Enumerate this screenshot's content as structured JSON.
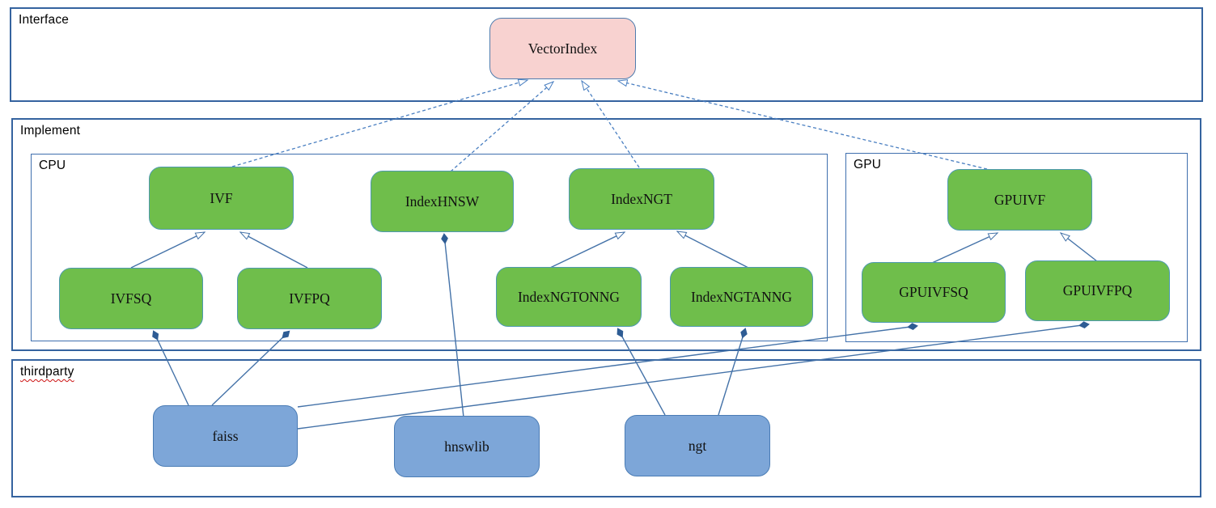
{
  "containers": {
    "interface": {
      "label": "Interface"
    },
    "implement": {
      "label": "Implement"
    },
    "cpu": {
      "label": "CPU"
    },
    "gpu": {
      "label": "GPU"
    },
    "thirdparty": {
      "label": "thirdparty"
    }
  },
  "nodes": {
    "vectorindex": {
      "label": "VectorIndex"
    },
    "ivf": {
      "label": "IVF"
    },
    "indexhnsw": {
      "label": "IndexHNSW"
    },
    "indexngt": {
      "label": "IndexNGT"
    },
    "gpuivf": {
      "label": "GPUIVF"
    },
    "ivfsq": {
      "label": "IVFSQ"
    },
    "ivfpq": {
      "label": "IVFPQ"
    },
    "indexngtonng": {
      "label": "IndexNGTONNG"
    },
    "indexngtanng": {
      "label": "IndexNGTANNG"
    },
    "gpuivfsq": {
      "label": "GPUIVFSQ"
    },
    "gpuivfpq": {
      "label": "GPUIVFPQ"
    },
    "faiss": {
      "label": "faiss"
    },
    "hnswlib": {
      "label": "hnswlib"
    },
    "ngt": {
      "label": "ngt"
    }
  },
  "colors": {
    "interface_node_fill": "#f8d2d0",
    "implement_node_fill": "#6fbe4b",
    "thirdparty_node_fill": "#7da6d8",
    "container_border": "#35639f",
    "connector": "#4472a8",
    "spellcheck_underline": "#cc1111"
  },
  "edges": [
    {
      "from": "IVF",
      "to": "VectorIndex",
      "relation": "realizes",
      "line": "dashed-open-arrow"
    },
    {
      "from": "IndexHNSW",
      "to": "VectorIndex",
      "relation": "realizes",
      "line": "dashed-open-arrow"
    },
    {
      "from": "IndexNGT",
      "to": "VectorIndex",
      "relation": "realizes",
      "line": "dashed-open-arrow"
    },
    {
      "from": "GPUIVF",
      "to": "VectorIndex",
      "relation": "realizes",
      "line": "dashed-open-arrow"
    },
    {
      "from": "IVFSQ",
      "to": "IVF",
      "relation": "extends",
      "line": "solid-open-arrow"
    },
    {
      "from": "IVFPQ",
      "to": "IVF",
      "relation": "extends",
      "line": "solid-open-arrow"
    },
    {
      "from": "IndexNGTONNG",
      "to": "IndexNGT",
      "relation": "extends",
      "line": "solid-open-arrow"
    },
    {
      "from": "IndexNGTANNG",
      "to": "IndexNGT",
      "relation": "extends",
      "line": "solid-open-arrow"
    },
    {
      "from": "GPUIVFSQ",
      "to": "GPUIVF",
      "relation": "extends",
      "line": "solid-open-arrow"
    },
    {
      "from": "GPUIVFPQ",
      "to": "GPUIVF",
      "relation": "extends",
      "line": "solid-open-arrow"
    },
    {
      "from": "faiss",
      "to": "IVFSQ",
      "relation": "composition",
      "line": "solid-filled-diamond"
    },
    {
      "from": "faiss",
      "to": "IVFPQ",
      "relation": "composition",
      "line": "solid-filled-diamond"
    },
    {
      "from": "faiss",
      "to": "GPUIVFSQ",
      "relation": "composition",
      "line": "solid-filled-diamond"
    },
    {
      "from": "faiss",
      "to": "GPUIVFPQ",
      "relation": "composition",
      "line": "solid-filled-diamond"
    },
    {
      "from": "hnswlib",
      "to": "IndexHNSW",
      "relation": "composition",
      "line": "solid-filled-diamond"
    },
    {
      "from": "ngt",
      "to": "IndexNGTONNG",
      "relation": "composition",
      "line": "solid-filled-diamond"
    },
    {
      "from": "ngt",
      "to": "IndexNGTANNG",
      "relation": "composition",
      "line": "solid-filled-diamond"
    }
  ]
}
